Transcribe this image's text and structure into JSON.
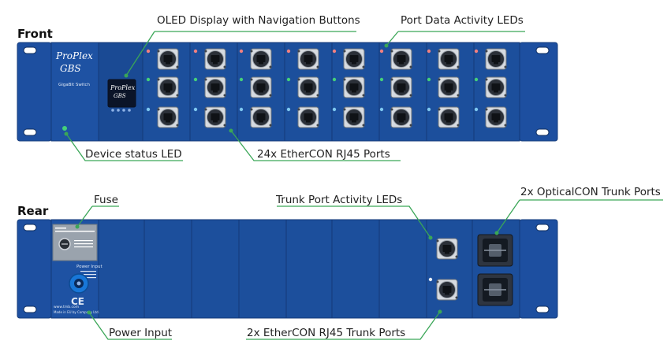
{
  "sections": {
    "front": "Front",
    "rear": "Rear"
  },
  "callouts": {
    "oled": "OLED Display with Navigation Buttons",
    "port_leds": "Port Data Activity LEDs",
    "status_led": "Device status LED",
    "rj45_ports": "24x EtherCON RJ45 Ports",
    "fuse": "Fuse",
    "trunk_leds": "Trunk Port  Activity LEDs",
    "opticalcon": "2x OpticalCON Trunk Ports",
    "power_input": "Power Input",
    "trunk_rj45": "2x EtherCON RJ45 Trunk Ports"
  },
  "front_panel": {
    "brand_line1": "ProPlex",
    "brand_line2": "GBS",
    "model": "GigaBit Switch",
    "oled_line1": "ProPlex",
    "oled_line2": "GBS"
  },
  "rear_panel": {
    "power_input_title": "Power Input",
    "website": "www.tmb.com",
    "made_in": "Made in EU by Company Ltd.",
    "ce_mark": "CE"
  },
  "colors": {
    "panel_blue": "#1c4f9c",
    "panel_dark": "#173f80",
    "callout_green": "#3aa657",
    "led_green": "#45d07a",
    "led_red": "#f08080",
    "led_blue": "#7ec8f0"
  }
}
